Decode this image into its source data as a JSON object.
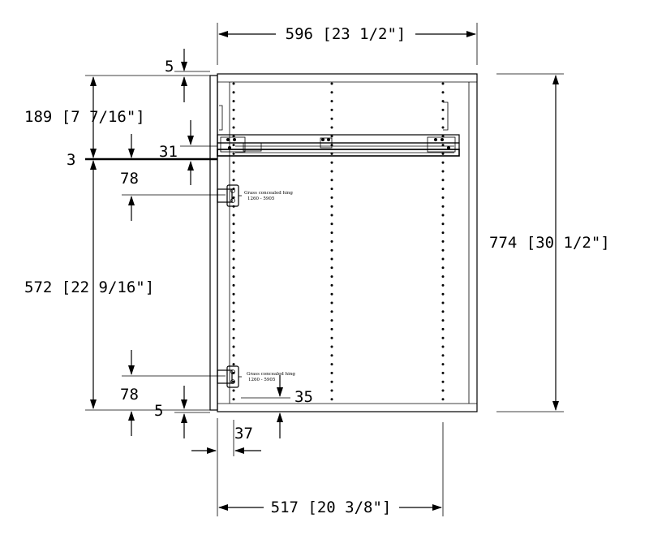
{
  "dimensions": {
    "overall_width": "596 [23 1/2\"]",
    "overall_height": "774 [30 1/2\"]",
    "door_top_height": "189 [7 7/16\"]",
    "door_bottom_height": "572 [22 9/16\"]",
    "inner_width": "517 [20 3/8\"]",
    "gap_top": "5",
    "gap_bottom": "5",
    "gap_mid": "3",
    "drawer_offset": "31",
    "hinge_offset_top": "78",
    "hinge_offset_bottom": "78",
    "hinge_setback": "35",
    "hinge_depth": "37"
  },
  "hinge_labels": {
    "top_line1": "Grass concealed hing",
    "top_line2": "1260 - 5905",
    "bottom_line1": "Grass concealed hing",
    "bottom_line2": "1260 - 5905"
  }
}
